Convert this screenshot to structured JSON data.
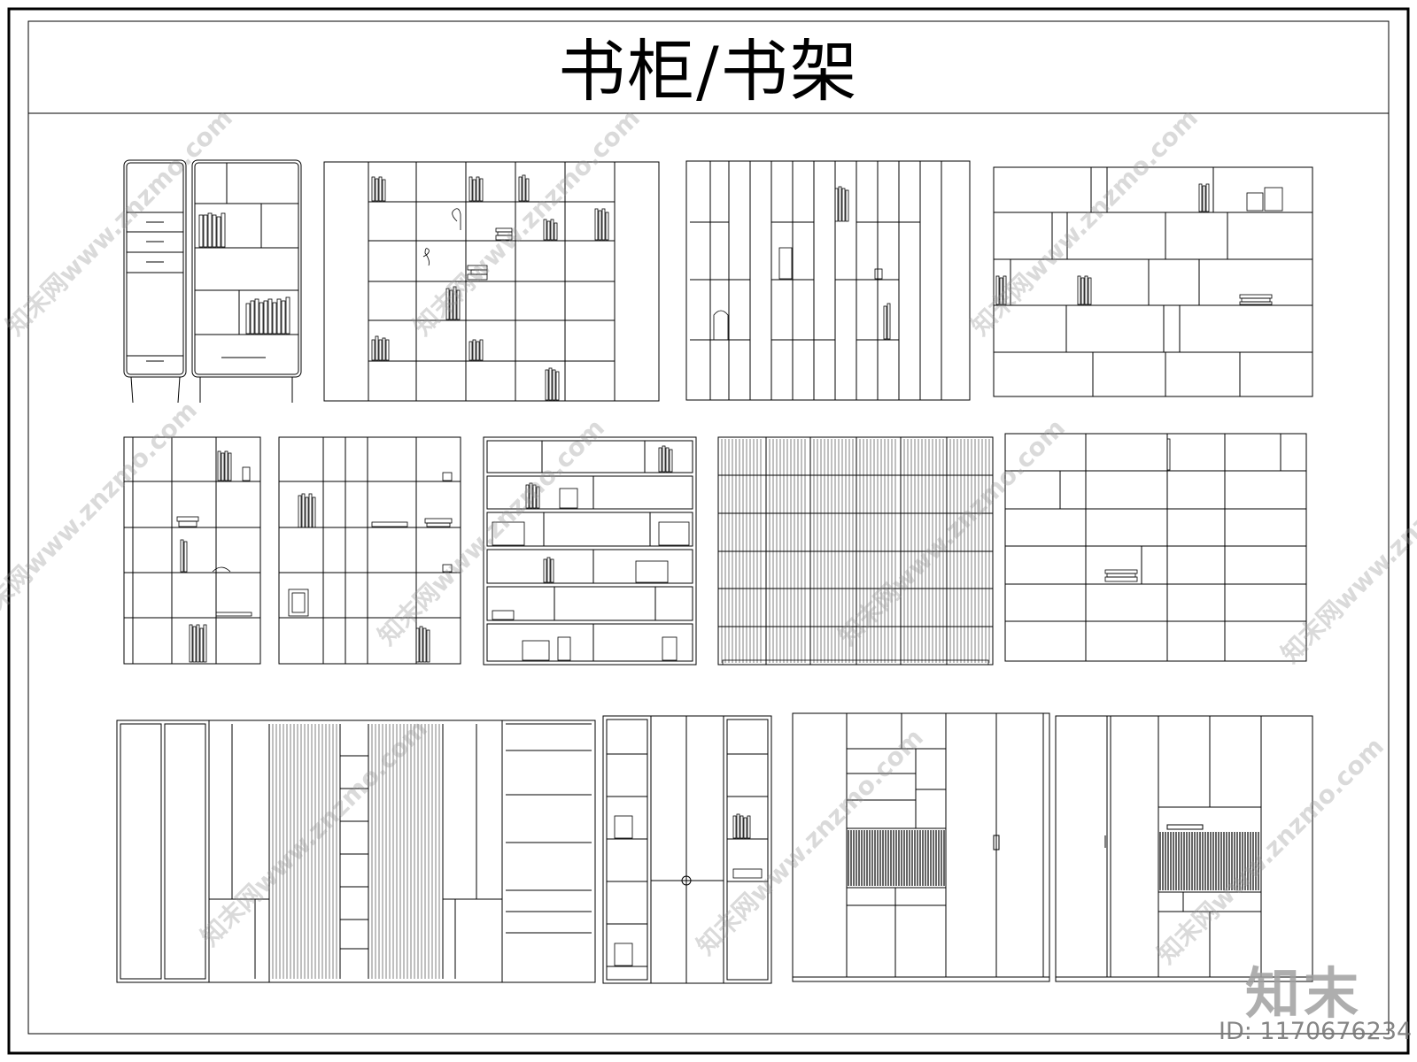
{
  "title": "书柜/书架",
  "watermark_text": "知末网www.znzmo.com",
  "brand": "知末",
  "id_label": "ID: 1170676234",
  "line_color": "#000000",
  "watermark_color": "#969696"
}
